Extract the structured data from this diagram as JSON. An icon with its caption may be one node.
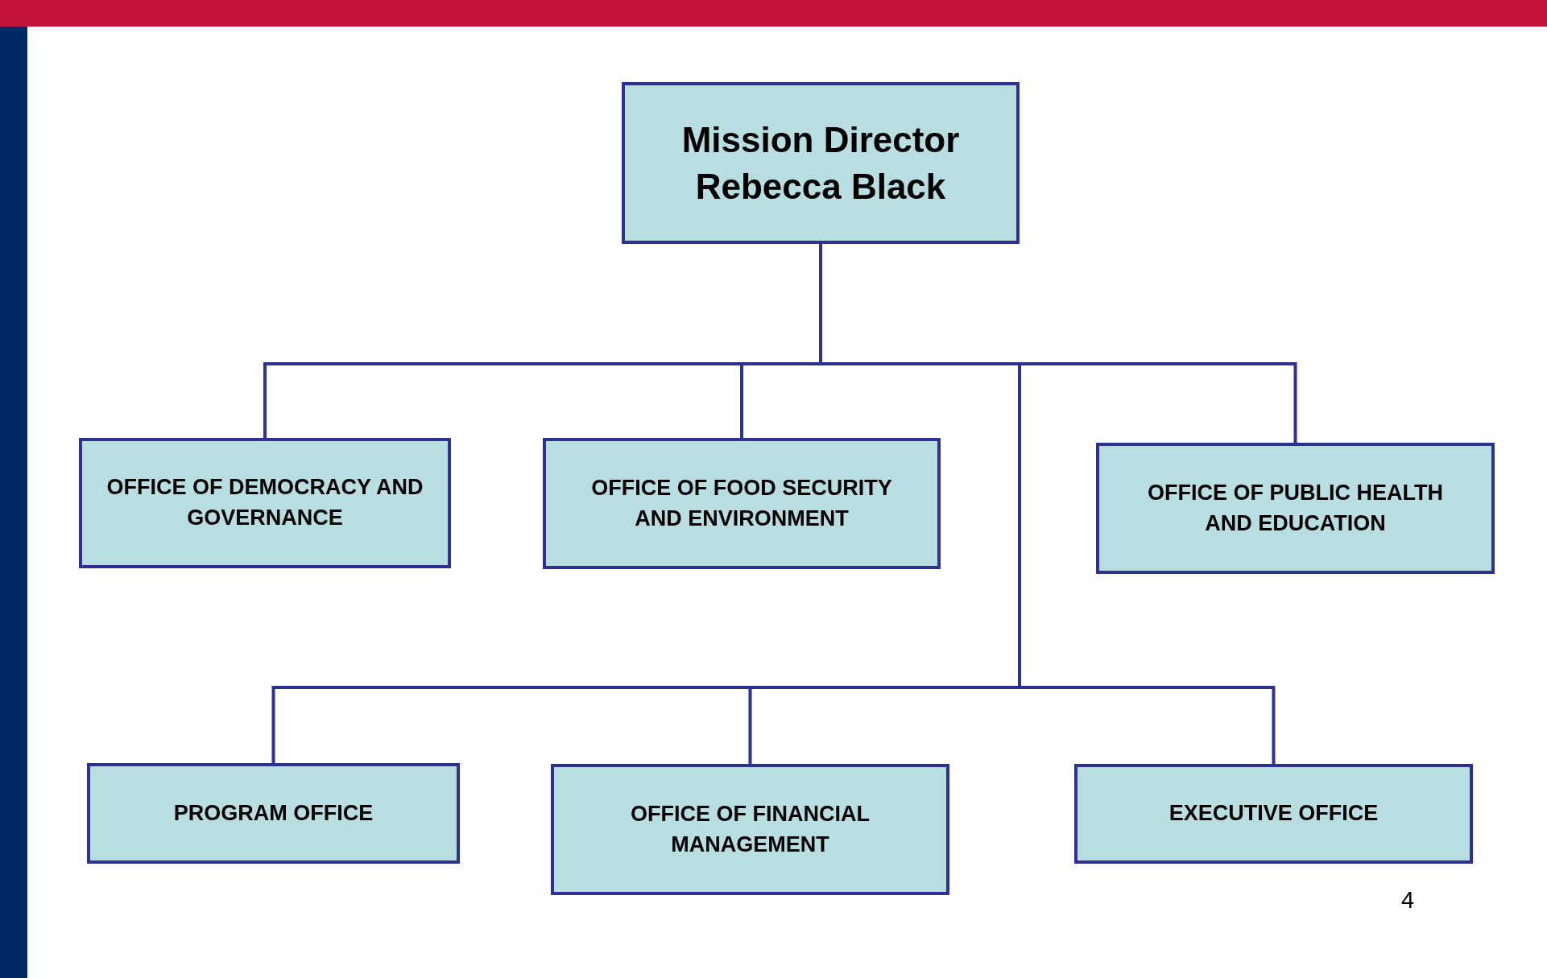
{
  "diagram": {
    "nodes": [
      {
        "text": [
          "Mission Director Rebecca Black"
        ]
      },
      {
        "text": [
          "OFFICE OF DEMOCRACY AND GOVERNANCE"
        ]
      },
      {
        "text": [
          "OFFICE OF FOOD SECURITY AND ENVIRONMENT"
        ]
      },
      {
        "text": [
          "OFFICE OF PUBLIC HEALTH AND EDUCATION"
        ]
      },
      {
        "text": [
          "PROGRAM OFFICE"
        ]
      },
      {
        "text": [
          "OFFICE OF FINANCIAL MANAGEMENT"
        ]
      },
      {
        "text": [
          "EXECUTIVE OFFICE"
        ]
      }
    ],
    "edges": [
      {
        "from": 0,
        "to": 1,
        "arrow": "none"
      },
      {
        "from": 0,
        "to": 2,
        "arrow": "none"
      },
      {
        "from": 0,
        "to": 3,
        "arrow": "none"
      },
      {
        "from": 0,
        "to": 4,
        "arrow": "none"
      },
      {
        "from": 0,
        "to": 5,
        "arrow": "none"
      },
      {
        "from": 0,
        "to": 6,
        "arrow": "none"
      }
    ],
    "labels": [
      "4"
    ]
  }
}
